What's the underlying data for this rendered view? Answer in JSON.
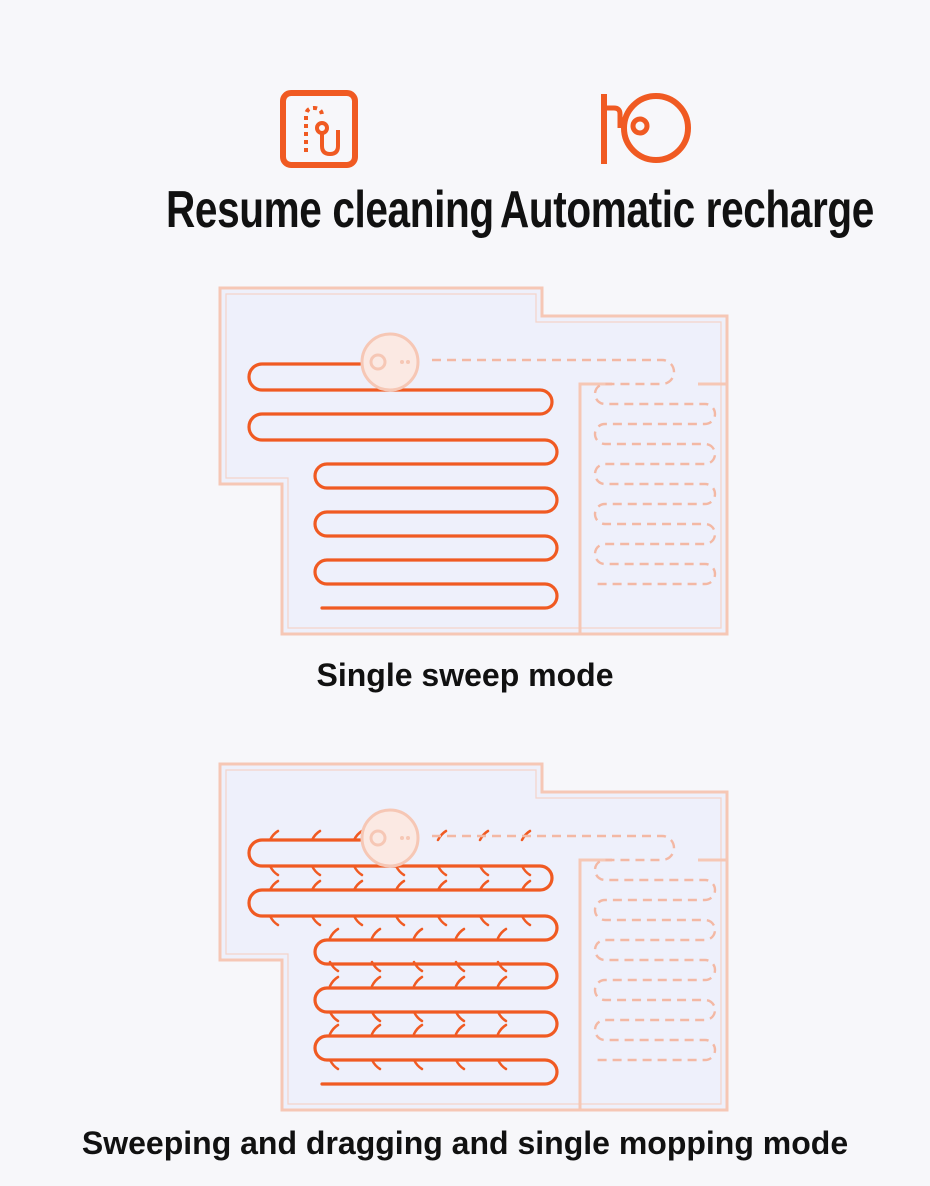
{
  "features": [
    {
      "title": "Resume cleaning",
      "icon": "resume-cleaning-icon"
    },
    {
      "title": "Automatic recharge",
      "icon": "charging-dock-icon"
    }
  ],
  "modes": [
    {
      "label": "Single sweep mode",
      "icon": "robot-vacuum-icon"
    },
    {
      "label": "Sweeping and dragging and single mopping mode",
      "icon": "robot-vacuum-icon"
    }
  ],
  "colors": {
    "accent": "#f05a22",
    "wall": "#f6c7b5",
    "floor": "#eef0fb",
    "dashed": "#f3b8a4",
    "text": "#111111"
  }
}
